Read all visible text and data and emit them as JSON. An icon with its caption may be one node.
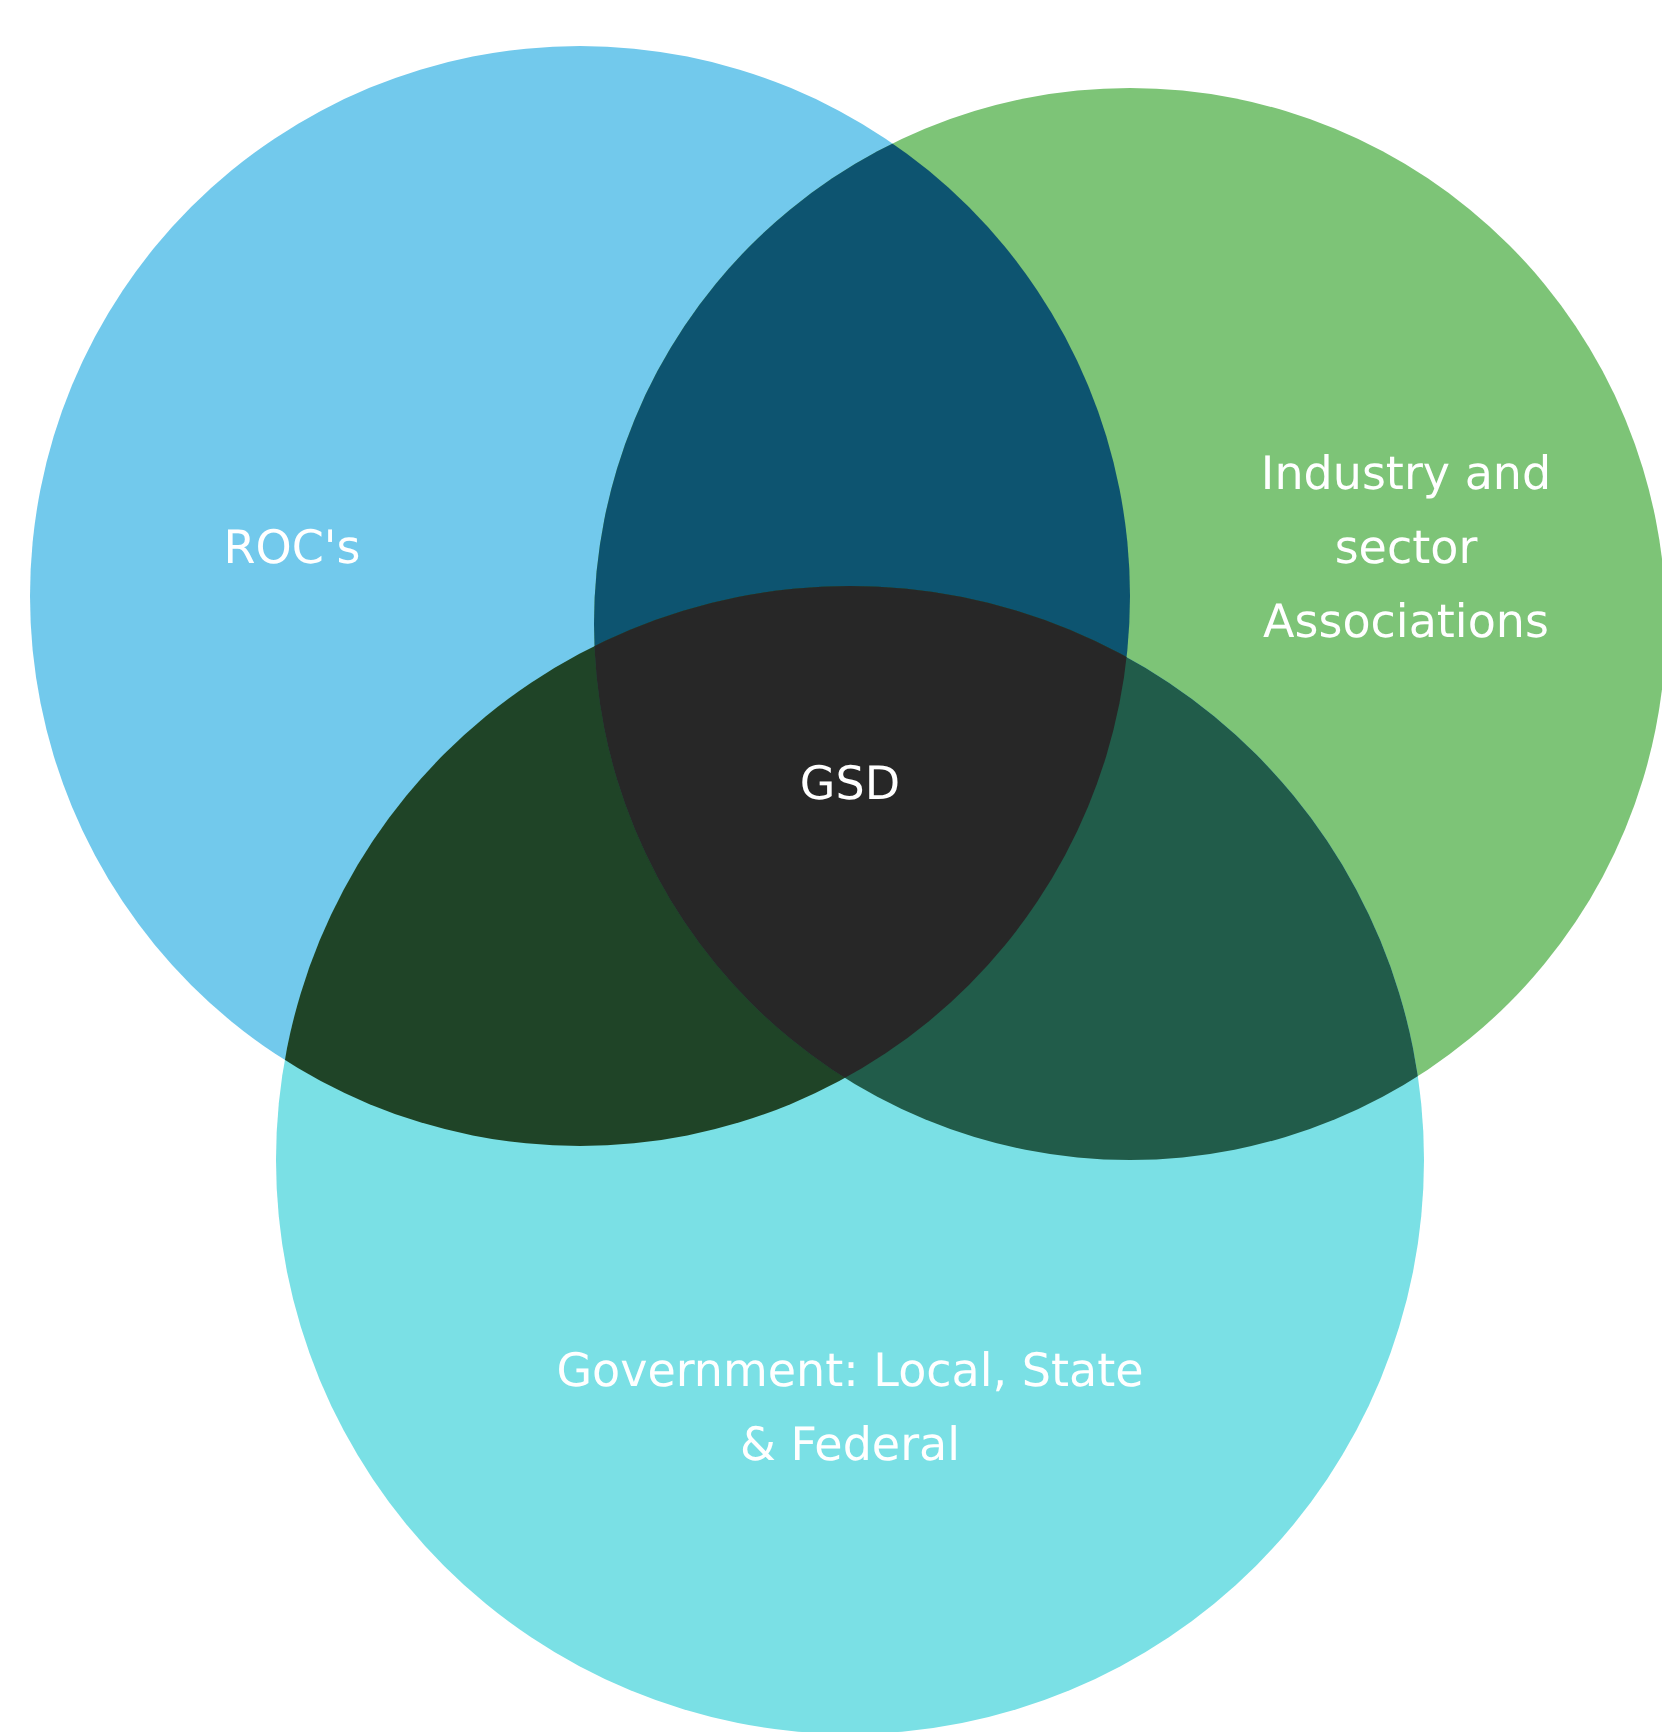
{
  "diagram": {
    "nodes": [
      {
        "text": [
          "ROC's"
        ]
      },
      {
        "text": [
          "Industry and sector Associations"
        ]
      },
      {
        "text": [
          "Government: Local, State & Federal"
        ]
      }
    ],
    "edges": [],
    "labels": [
      "GSD"
    ]
  }
}
